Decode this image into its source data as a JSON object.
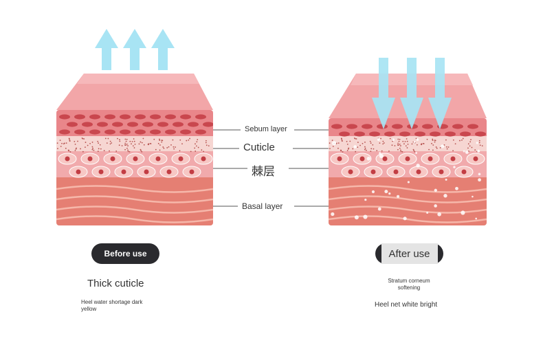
{
  "labels": {
    "sebum_layer": "Sebum layer",
    "cuticle": "Cuticle",
    "spinous_layer": "棘层",
    "basal_layer": "Basal layer"
  },
  "before": {
    "button_label": "Before use",
    "title": "Thick cuticle",
    "description": "Heel water shortage dark yellow"
  },
  "after": {
    "button_label": "After use",
    "title": "Stratum corneum softening",
    "description": "Heel net white bright"
  },
  "colors": {
    "arrow": "#a8e4f4",
    "top_surface": "#f2a6a8",
    "sebum": "#e9868a",
    "cuticle": "#f6d6d2",
    "spinous": "#f1aaac",
    "basal": "#e57f73",
    "pill": "#2a2a2e"
  },
  "icons": [
    "arrow-up-icon",
    "arrow-down-icon"
  ]
}
